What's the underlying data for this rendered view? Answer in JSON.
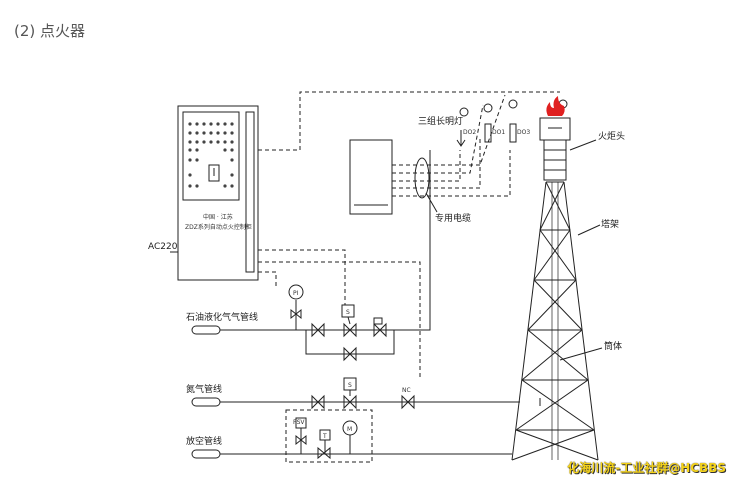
{
  "heading": "(2) 点火器",
  "labels": {
    "lamps": "三组长明灯",
    "fire_head": "火炬头",
    "tower": "塔架",
    "stack": "筒体",
    "cable": "专用电缆",
    "power": "AC220",
    "lpg_line": "石油液化气气管线",
    "n2_line": "氮气管线",
    "vent_line": "放空管线"
  },
  "lamp_tags": [
    "DO2",
    "DO1",
    "DO3"
  ],
  "panel_text": {
    "line1": "中国 · 江苏",
    "line2": "ZDZ系列自动点火控制柜"
  },
  "instruments": {
    "pressure": "PI",
    "solenoid": "S",
    "check_valve": "NC",
    "safety": "PSV",
    "temp": "T",
    "motor": "M"
  },
  "watermark": "化海川流-工业社群@HCBBS",
  "colors": {
    "flame": "#e02020",
    "line": "#222222"
  }
}
